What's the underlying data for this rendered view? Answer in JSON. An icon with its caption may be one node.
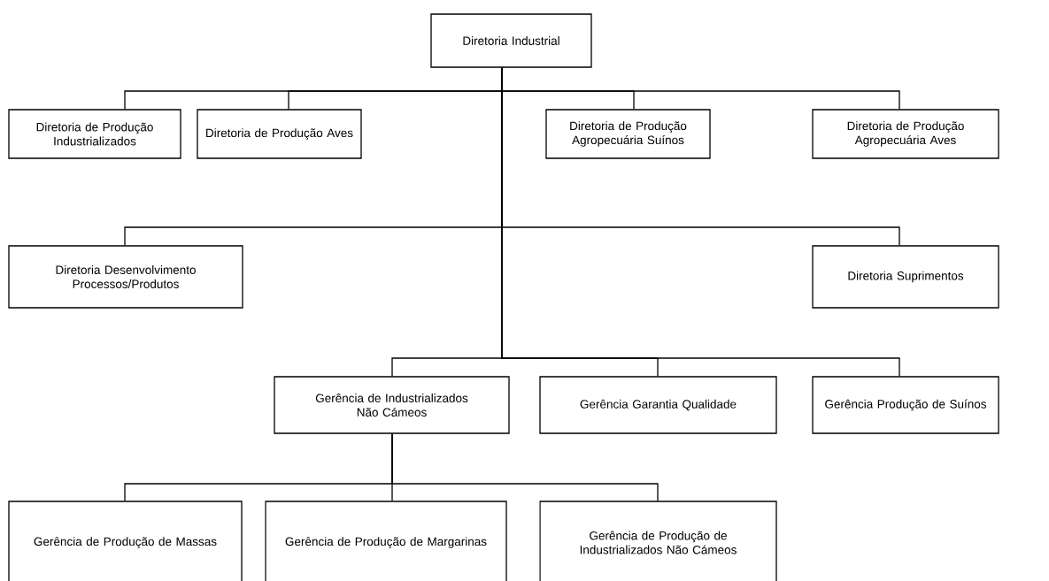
{
  "diagram": {
    "nodes": [
      {
        "text": [
          "Diretoria Industrial"
        ]
      },
      {
        "text": [
          "Diretoria de Produção Industrializados"
        ]
      },
      {
        "text": [
          "Diretoria de Produção Aves"
        ]
      },
      {
        "text": [
          "Diretoria de Produção Agropecuária Suínos"
        ]
      },
      {
        "text": [
          "Diretoria de Produção Agropecuária Aves"
        ]
      },
      {
        "text": [
          "Diretoria Desenvolvimento Processos/Produtos"
        ]
      },
      {
        "text": [
          "Diretoria Suprimentos"
        ]
      },
      {
        "text": [
          "Gerência de Industrializados Não Cámeos"
        ]
      },
      {
        "text": [
          "Gerência Garantia Qualidade"
        ]
      },
      {
        "text": [
          "Gerência Produção de Suínos"
        ]
      },
      {
        "text": [
          "Gerência de Produção de Massas"
        ]
      },
      {
        "text": [
          "Gerência de Produção de Margarinas"
        ]
      },
      {
        "text": [
          "Gerência de Produção de Industrializados Não Cámeos"
        ]
      }
    ],
    "edges": [
      {
        "from": 0,
        "to": 1,
        "arrow": "none"
      },
      {
        "from": 0,
        "to": 2,
        "arrow": "none"
      },
      {
        "from": 0,
        "to": 3,
        "arrow": "none"
      },
      {
        "from": 0,
        "to": 4,
        "arrow": "none"
      },
      {
        "from": 0,
        "to": 5,
        "arrow": "none"
      },
      {
        "from": 0,
        "to": 6,
        "arrow": "none"
      },
      {
        "from": 0,
        "to": 7,
        "arrow": "none"
      },
      {
        "from": 0,
        "to": 8,
        "arrow": "none"
      },
      {
        "from": 0,
        "to": 9,
        "arrow": "none"
      },
      {
        "from": 7,
        "to": 10,
        "arrow": "none"
      },
      {
        "from": 7,
        "to": 11,
        "arrow": "none"
      },
      {
        "from": 7,
        "to": 12,
        "arrow": "none"
      }
    ]
  }
}
